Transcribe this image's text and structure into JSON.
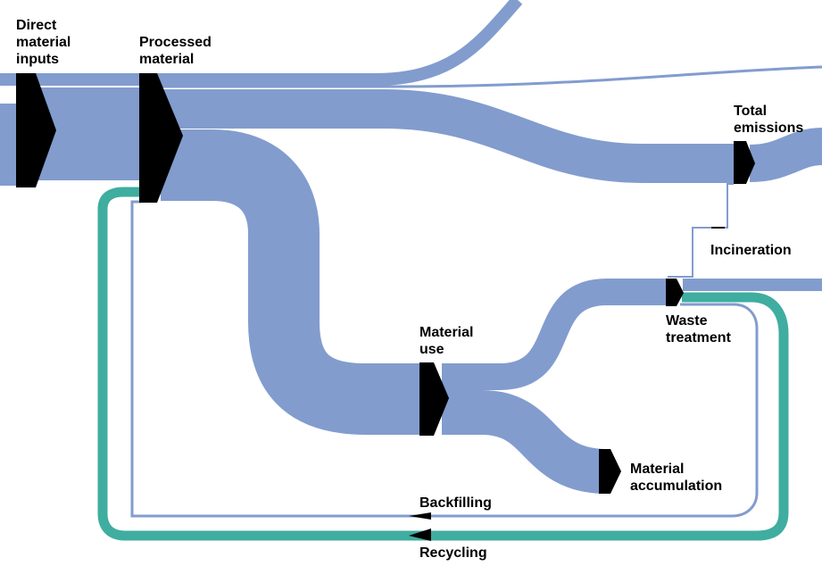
{
  "colors": {
    "material_flow": "#829cce",
    "recycling_flow": "#3fada0",
    "node": "#000000",
    "background": "#ffffff"
  },
  "nodes": {
    "direct_material_inputs": {
      "line1": "Direct",
      "line2": "material",
      "line3": "inputs"
    },
    "processed_material": {
      "line1": "Processed",
      "line2": "material"
    },
    "total_emissions": {
      "line1": "Total",
      "line2": "emissions"
    },
    "incineration": {
      "line1": "Incineration"
    },
    "waste_treatment": {
      "line1": "Waste",
      "line2": "treatment"
    },
    "material_use": {
      "line1": "Material",
      "line2": "use"
    },
    "material_accumulation": {
      "line1": "Material",
      "line2": "accumulation"
    },
    "backfilling": {
      "line1": "Backfilling"
    },
    "recycling": {
      "line1": "Recycling"
    }
  }
}
